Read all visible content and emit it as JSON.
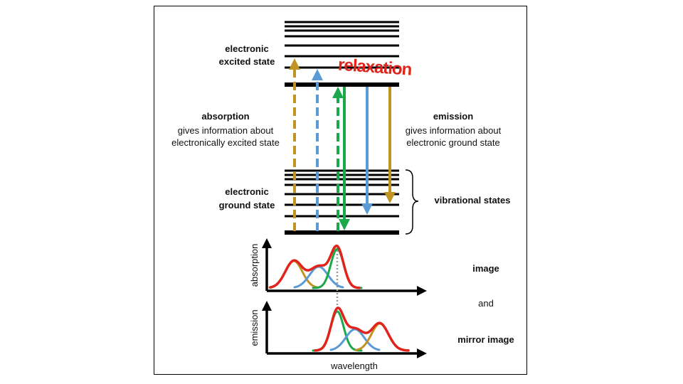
{
  "labels": {
    "excited_1": "electronic",
    "excited_2": "excited state",
    "ground_1": "electronic",
    "ground_2": "ground state",
    "relaxation": "relaxation",
    "absorption_title": "absorption",
    "absorption_line1": "gives information about",
    "absorption_line2": "electronically excited state",
    "emission_title": "emission",
    "emission_line1": "gives information about",
    "emission_line2": "electronic ground state",
    "vibrational": "vibrational states",
    "image": "image",
    "and": "and",
    "mirror_image": "mirror image",
    "y_absorption": "absorption",
    "y_emission": "emission",
    "x_wavelength": "wavelength"
  },
  "colors": {
    "gold": "#c09322",
    "blue": "#5b9bd5",
    "green": "#1aa84a",
    "red": "#e0231b",
    "relax": "#e0231b"
  }
}
